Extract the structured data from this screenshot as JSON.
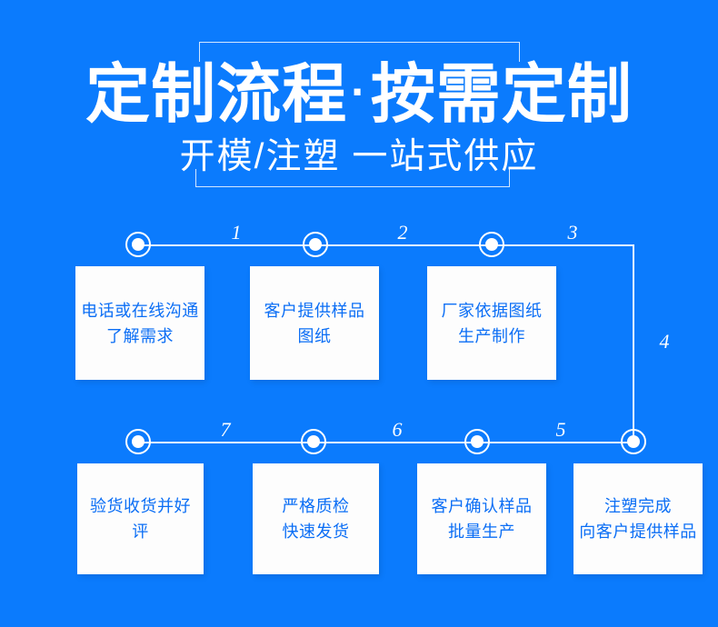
{
  "theme": {
    "background": "#0b7bfd",
    "card_background": "#fdfdfd",
    "card_text_color": "#0b6ef5",
    "rail_color": "#ffffff",
    "title_color": "#ffffff"
  },
  "header": {
    "title_part1": "定制流程",
    "title_separator": "·",
    "title_part2": "按需定制",
    "subtitle": "开模/注塑 一站式供应"
  },
  "flow": {
    "steps": [
      {
        "num": "1",
        "label": "电话或在线沟通\n了解需求"
      },
      {
        "num": "2",
        "label": "客户提供样品\n图纸"
      },
      {
        "num": "3",
        "label": "厂家依据图纸\n生产制作"
      },
      {
        "num": "4",
        "label": "注塑完成\n向客户提供样品"
      },
      {
        "num": "5",
        "label": "客户确认样品\n批量生产"
      },
      {
        "num": "6",
        "label": "严格质检\n快速发货"
      },
      {
        "num": "7",
        "label": "验货收货并好评"
      }
    ],
    "row1_cards": [
      "电话或在线沟通\n了解需求",
      "客户提供样品\n图纸",
      "厂家依据图纸\n生产制作"
    ],
    "row2_cards": [
      "验货收货并好评",
      "严格质检\n快速发货",
      "客户确认样品\n批量生产",
      "注塑完成\n向客户提供样品"
    ],
    "row1_numbers": [
      "1",
      "2",
      "3"
    ],
    "row2_numbers": [
      "7",
      "6",
      "5"
    ],
    "vertical_number": "4"
  }
}
